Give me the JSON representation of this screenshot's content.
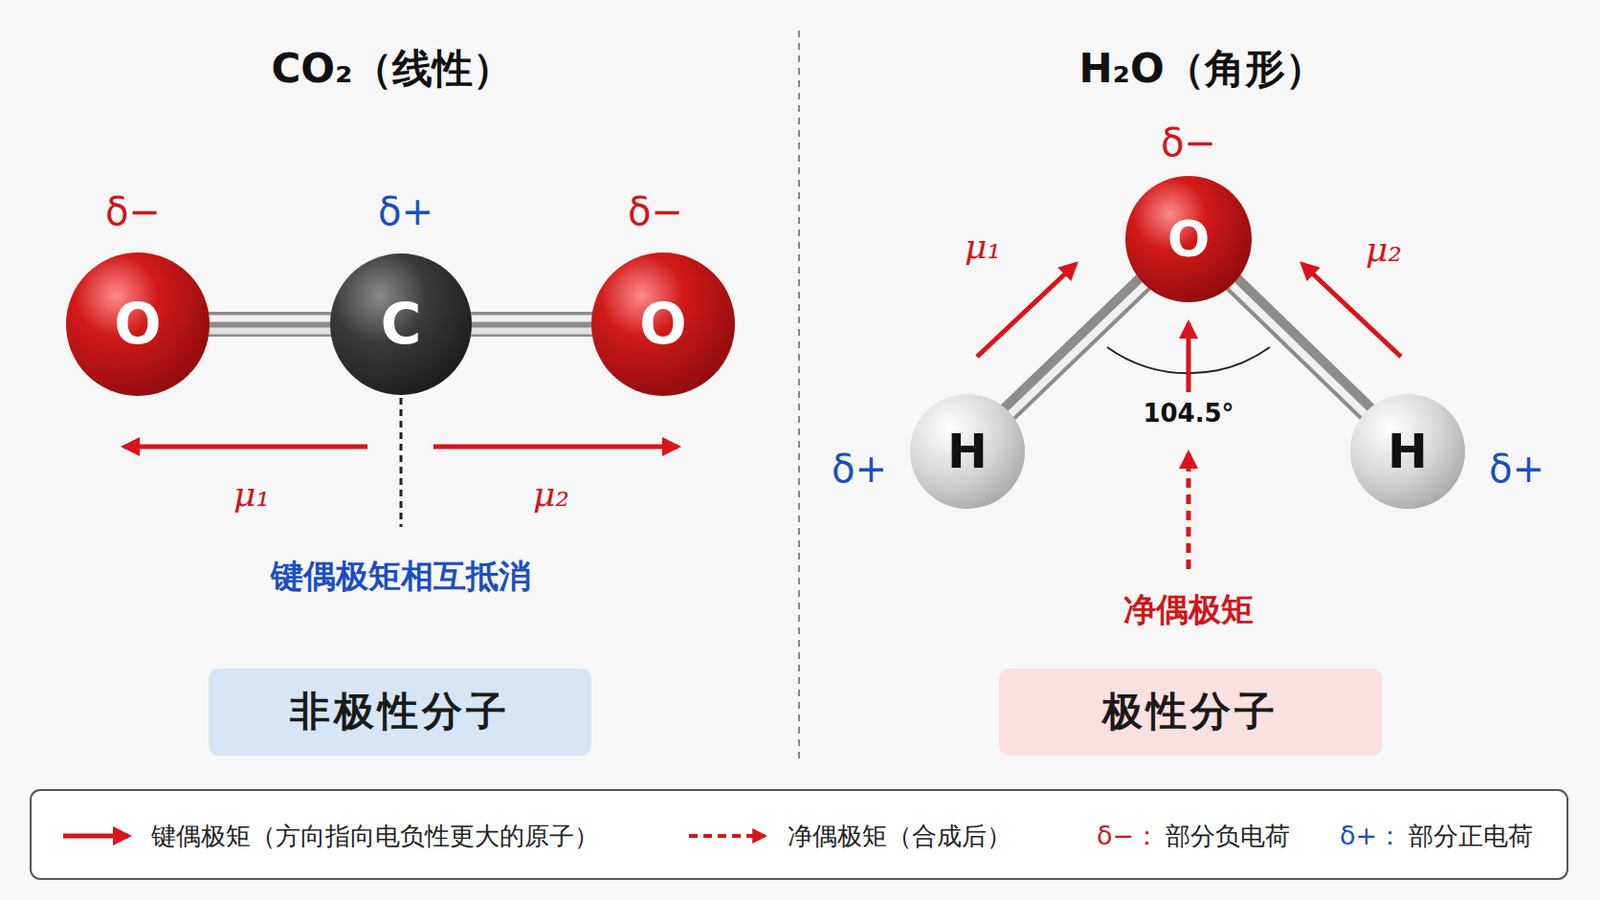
{
  "diagram": {
    "nodes": [
      {
        "text": [
          "O"
        ]
      },
      {
        "text": [
          "C"
        ]
      },
      {
        "text": [
          "O"
        ]
      },
      {
        "text": [
          "非极性分子"
        ]
      },
      {
        "text": [
          "O"
        ]
      },
      {
        "text": [
          "H"
        ]
      },
      {
        "text": [
          "H"
        ]
      },
      {
        "text": [
          "极性分子"
        ]
      }
    ],
    "edges": [
      {
        "from": 0,
        "to": 1,
        "arrow": "none"
      },
      {
        "from": 1,
        "to": 2,
        "arrow": "none"
      },
      {
        "from": 5,
        "to": 4,
        "arrow": "none"
      },
      {
        "from": 4,
        "to": 6,
        "arrow": "none"
      }
    ],
    "labels": [
      "CO₂（线性）",
      "δ−",
      "δ+",
      "δ−",
      "μ₁",
      "μ₂",
      "键偶极矩相互抵消",
      "H₂O（角形）",
      "δ−",
      "μ₁",
      "μ₂",
      "δ+",
      "104.5°",
      "δ+",
      "净偶极矩",
      "δ−：",
      "δ+："
    ],
    "legend": [
      {
        "text": "键偶极矩（方向指向电负性更大的原子）"
      },
      {
        "text": "净偶极矩（合成后）"
      },
      {
        "text": "部分负电荷"
      },
      {
        "text": "部分正电荷"
      }
    ]
  }
}
